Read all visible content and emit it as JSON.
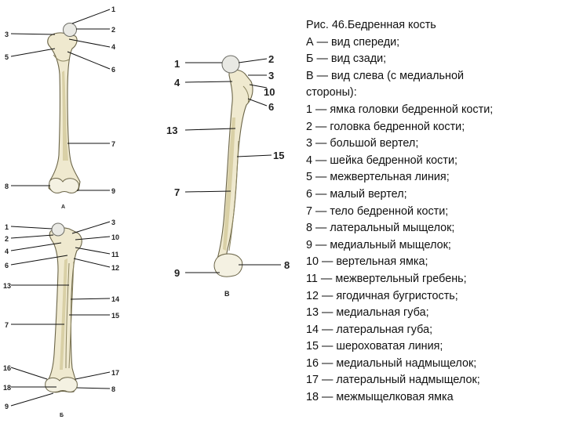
{
  "caption": {
    "lines": [
      "Рис. 46.Бедренная кость",
      "А — вид спереди;",
      "Б — вид сзади;",
      "В — вид слева (с медиальной",
      "стороны):",
      "1 — ямка головки бедренной кости;",
      "2 — головка бедренной кости;",
      "3 — большой вертел;",
      "4 — шейка бедренной кости;",
      "5 — межвертельная линия;",
      "6 — малый вертел;",
      "7 — тело бедренной кости;",
      "8 — латеральный мыщелок;",
      "9 — медиальный мыщелок;",
      "10 — вертельная ямка;",
      "11 — межвертельный гребень;",
      "12 — ягодичная бугристость;",
      "13 — медиальная губа;",
      "14 — латеральная губа;",
      "15 — шероховатая линия;",
      "16 — медиальный надмыщелок;",
      "17 — латеральный надмыщелок;",
      "18 — межмыщелковая ямка"
    ]
  },
  "views": {
    "A": {
      "label": "А",
      "numbers": [
        "1",
        "2",
        "3",
        "4",
        "5",
        "6",
        "7",
        "8",
        "9"
      ]
    },
    "B": {
      "label": "Б",
      "numbers": [
        "1",
        "2",
        "4",
        "6",
        "13",
        "7",
        "16",
        "18",
        "9",
        "3",
        "10",
        "11",
        "12",
        "14",
        "15",
        "17",
        "8"
      ]
    },
    "C": {
      "label": "В",
      "numbers": [
        "1",
        "4",
        "13",
        "7",
        "9",
        "2",
        "3",
        "10",
        "6",
        "15",
        "8"
      ]
    }
  }
}
